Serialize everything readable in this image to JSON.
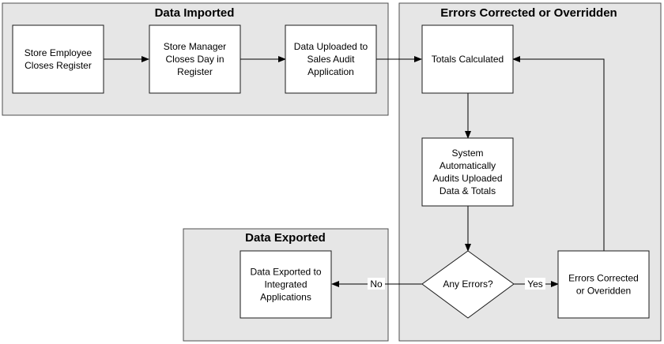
{
  "lanes": {
    "imported": {
      "title": "Data Imported"
    },
    "corrected": {
      "title": "Errors Corrected or Overridden"
    },
    "exported": {
      "title": "Data Exported"
    }
  },
  "nodes": {
    "employee_closes": {
      "lines": [
        "Store Employee",
        "Closes Register"
      ]
    },
    "manager_closes": {
      "lines": [
        "Store Manager",
        "Closes Day in",
        "Register"
      ]
    },
    "data_uploaded": {
      "lines": [
        "Data Uploaded to",
        "Sales Audit",
        "Application"
      ]
    },
    "totals_calculated": {
      "lines": [
        "Totals Calculated"
      ]
    },
    "system_audits": {
      "lines": [
        "System",
        "Automatically",
        "Audits Uploaded",
        "Data & Totals"
      ]
    },
    "any_errors": {
      "lines": [
        "Any Errors?"
      ]
    },
    "errors_corrected": {
      "lines": [
        "Errors Corrected",
        "or Overidden"
      ]
    },
    "data_exported": {
      "lines": [
        "Data Exported to",
        "Integrated",
        "Applications"
      ]
    }
  },
  "edges": {
    "no": {
      "label": "No"
    },
    "yes": {
      "label": "Yes"
    }
  },
  "colors": {
    "lane_fill": "#e6e6e6",
    "lane_border": "#4d4d4d",
    "box_fill": "#ffffff",
    "line": "#000000"
  }
}
